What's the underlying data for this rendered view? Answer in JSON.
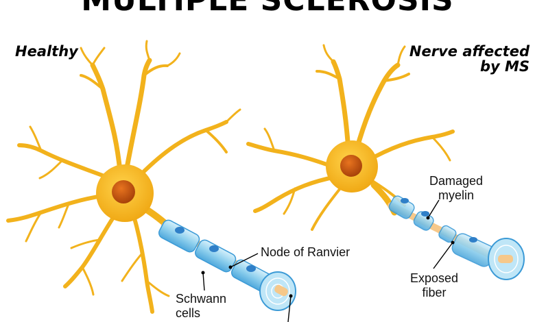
{
  "title": "MULTIPLE SCLEROSIS",
  "panels": {
    "healthy": {
      "label": "Healthy"
    },
    "affected": {
      "label_line1": "Nerve affected",
      "label_line2": "by MS"
    }
  },
  "annotations": {
    "node_of_ranvier": "Node of Ranvier",
    "schwann_line1": "Schwann",
    "schwann_line2": "cells",
    "damaged_line1": "Damaged",
    "damaged_line2": "myelin",
    "exposed_line1": "Exposed",
    "exposed_line2": "fiber"
  },
  "colors": {
    "neuron": "#f2b21c",
    "nucleus": "#c8560f",
    "myelin": "#8fd0ee",
    "myelin_dark": "#3b9ad6",
    "axon": "#f6c88a"
  }
}
